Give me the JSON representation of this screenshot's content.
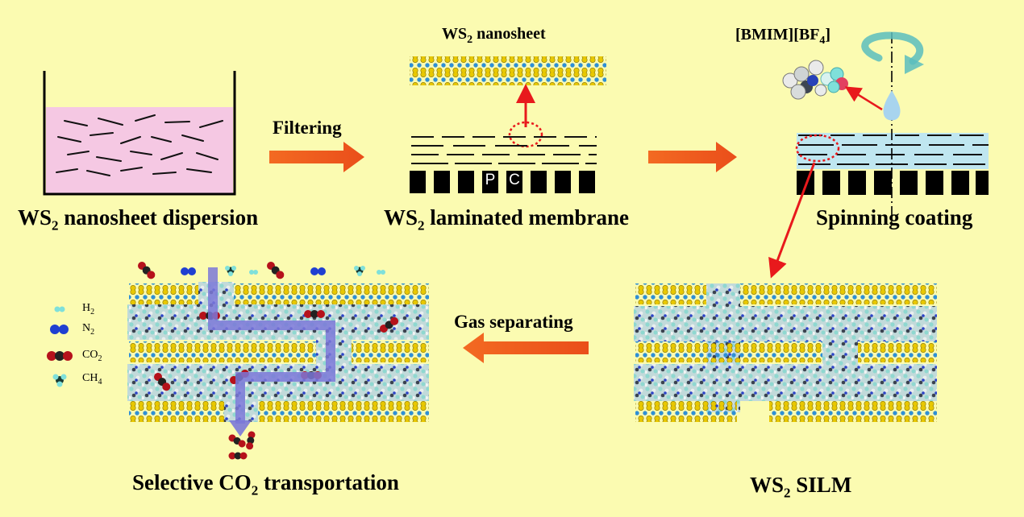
{
  "labels": {
    "dispersion_pre": "WS",
    "dispersion_sub": "2",
    "dispersion_post": " nanosheet  dispersion",
    "filtering": "Filtering",
    "nanosheet_pre": "WS",
    "nanosheet_sub": "2",
    "nanosheet_post": " nanosheet",
    "membrane_pre": "WS",
    "membrane_sub": "2",
    "membrane_post": " laminated membrane",
    "pc_p": "P",
    "pc_c": "C",
    "il_pre": "[BMIM][BF",
    "il_sub": "4",
    "il_post": "]",
    "spinning": "Spinning coating",
    "gas_separating": "Gas separating",
    "silm_pre": "WS",
    "silm_sub": "2",
    "silm_post": " SILM",
    "selective_pre": "Selective CO",
    "selective_sub": "2",
    "selective_post": " transportation"
  },
  "legend": [
    {
      "pre": "H",
      "sub": "2",
      "icon": "h2-molecule-icon"
    },
    {
      "pre": "N",
      "sub": "2",
      "icon": "n2-molecule-icon"
    },
    {
      "pre": "CO",
      "sub": "2",
      "icon": "co2-molecule-icon"
    },
    {
      "pre": "CH",
      "sub": "4",
      "icon": "ch4-molecule-icon"
    }
  ],
  "colors": {
    "background": "#fbfbb1",
    "arrow_orange": "#f05a1e",
    "dispersion_pink": "#f5c8e3",
    "sulfur_yellow": "#e8c800",
    "tungsten_blue": "#2f8fd6",
    "ionic_liquid": "#bfe6f0",
    "pointer_red": "#e8191c",
    "flow_arrow": "#7b78d8"
  }
}
